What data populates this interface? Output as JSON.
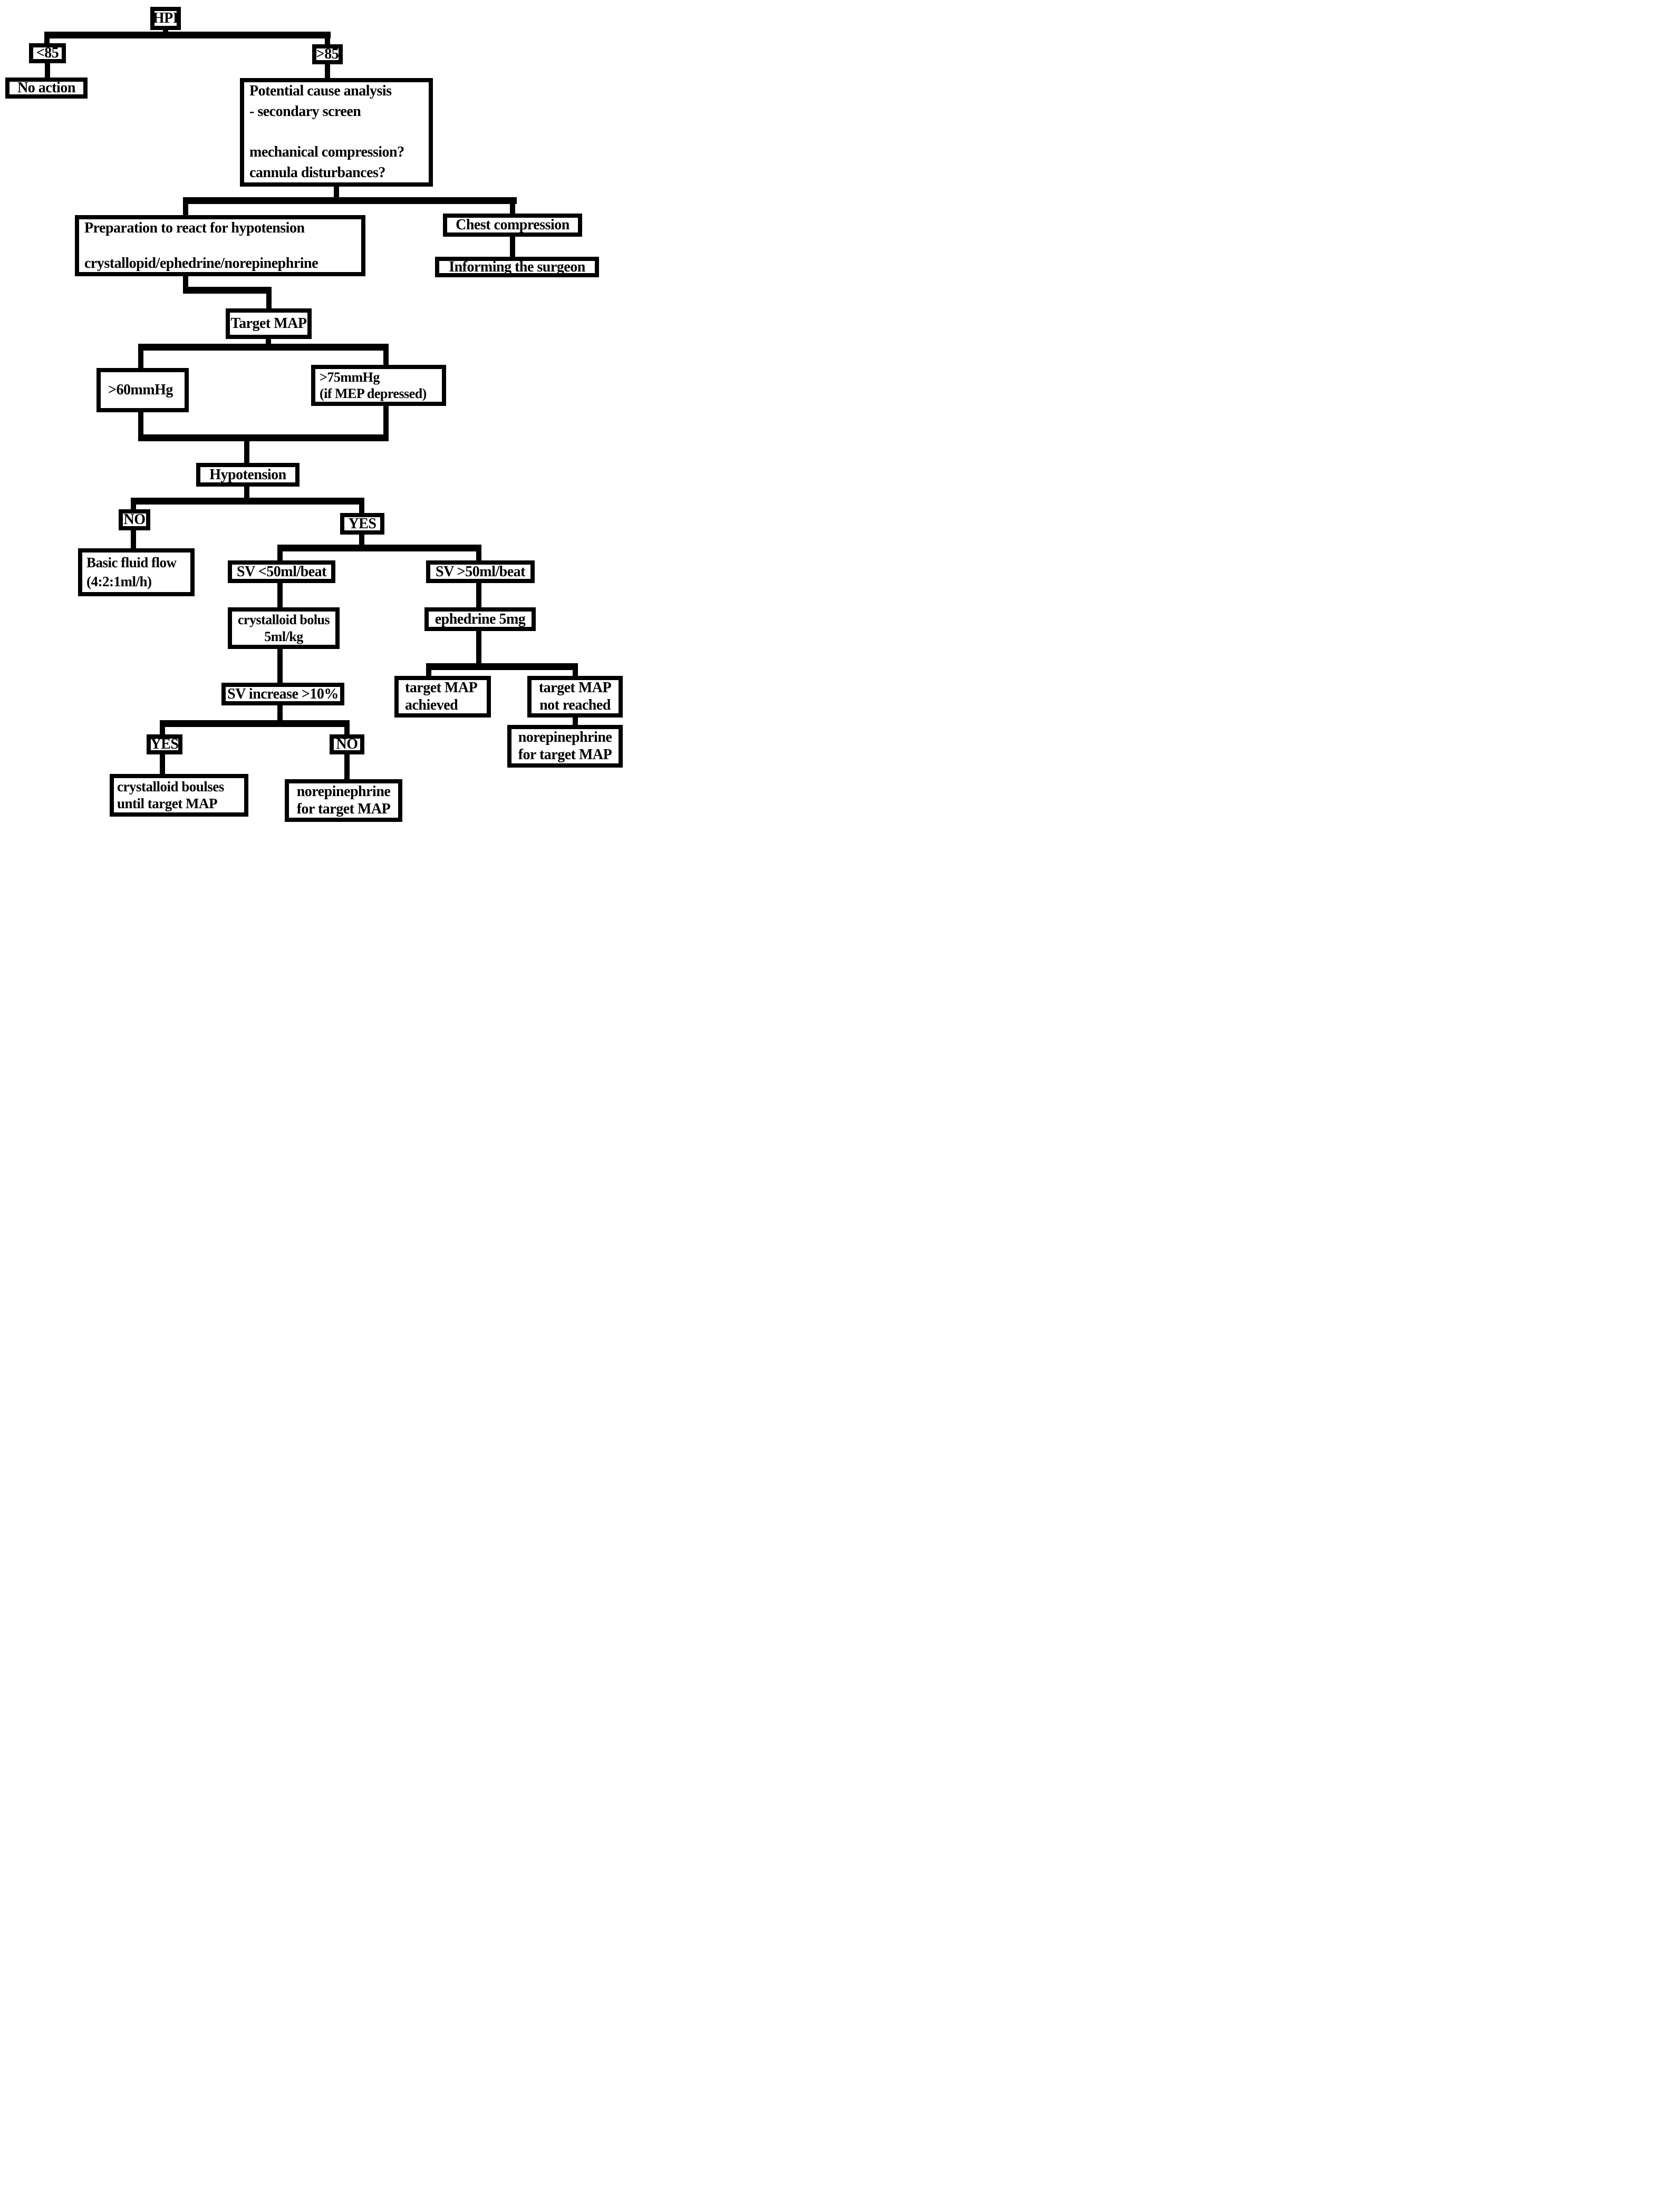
{
  "diagram": {
    "type": "flowchart",
    "colors": {
      "box_border": "#000000",
      "background": "#ffffff",
      "text": "#000000",
      "connector": "#000000"
    },
    "nodes": [
      {
        "id": "hpi",
        "label": "HPI"
      },
      {
        "id": "lt85",
        "label": "<85"
      },
      {
        "id": "no-action",
        "label": "No action"
      },
      {
        "id": "gt85",
        "label": ">85"
      },
      {
        "id": "potential-cause",
        "label": "Potential cause analysis\n- secondary screen\n\nmechanical compression?\ncannula disturbances?"
      },
      {
        "id": "preparation",
        "label": "Preparation to react for hypotension\n\ncrystallopid/ephedrine/norepinephrine"
      },
      {
        "id": "chest-compression",
        "label": "Chest compression"
      },
      {
        "id": "informing-surgeon",
        "label": "Informing the surgeon"
      },
      {
        "id": "target-map",
        "label": "Target MAP"
      },
      {
        "id": "gt60",
        "label": ">60mmHg"
      },
      {
        "id": "gt75",
        "label": ">75mmHg\n(if MEP depressed)"
      },
      {
        "id": "hypotension",
        "label": "Hypotension"
      },
      {
        "id": "no-1",
        "label": "NO"
      },
      {
        "id": "yes-1",
        "label": "YES"
      },
      {
        "id": "basic-fluid",
        "label": "Basic fluid flow\n(4:2:1ml/h)"
      },
      {
        "id": "sv-lt50",
        "label": "SV <50ml/beat"
      },
      {
        "id": "sv-gt50",
        "label": "SV >50ml/beat"
      },
      {
        "id": "crystalloid-bolus",
        "label": "crystalloid bolus\n5ml/kg"
      },
      {
        "id": "ephedrine",
        "label": "ephedrine 5mg"
      },
      {
        "id": "sv-increase",
        "label": "SV increase >10%"
      },
      {
        "id": "map-achieved",
        "label": "target MAP\nachieved"
      },
      {
        "id": "map-not-reached",
        "label": "target MAP\nnot reached"
      },
      {
        "id": "norepinephrine-right",
        "label": "norepinephrine\nfor target MAP"
      },
      {
        "id": "yes-2",
        "label": "YES"
      },
      {
        "id": "no-2",
        "label": "NO"
      },
      {
        "id": "crystalloid-boulses",
        "label": "crystalloid boulses\nuntil target MAP"
      },
      {
        "id": "norepinephrine-bottom",
        "label": "norepinephrine\nfor target MAP"
      }
    ],
    "edges": [
      {
        "from": "hpi",
        "to": "lt85"
      },
      {
        "from": "hpi",
        "to": "gt85"
      },
      {
        "from": "lt85",
        "to": "no-action"
      },
      {
        "from": "gt85",
        "to": "potential-cause"
      },
      {
        "from": "potential-cause",
        "to": "preparation"
      },
      {
        "from": "potential-cause",
        "to": "chest-compression"
      },
      {
        "from": "preparation",
        "to": "target-map"
      },
      {
        "from": "chest-compression",
        "to": "informing-surgeon"
      },
      {
        "from": "target-map",
        "to": "gt60"
      },
      {
        "from": "target-map",
        "to": "gt75"
      },
      {
        "from": "gt60",
        "to": "hypotension"
      },
      {
        "from": "gt75",
        "to": "hypotension"
      },
      {
        "from": "hypotension",
        "to": "no-1"
      },
      {
        "from": "hypotension",
        "to": "yes-1"
      },
      {
        "from": "no-1",
        "to": "basic-fluid"
      },
      {
        "from": "yes-1",
        "to": "sv-lt50"
      },
      {
        "from": "yes-1",
        "to": "sv-gt50"
      },
      {
        "from": "sv-lt50",
        "to": "crystalloid-bolus"
      },
      {
        "from": "sv-gt50",
        "to": "ephedrine"
      },
      {
        "from": "crystalloid-bolus",
        "to": "sv-increase"
      },
      {
        "from": "ephedrine",
        "to": "map-achieved"
      },
      {
        "from": "ephedrine",
        "to": "map-not-reached"
      },
      {
        "from": "map-not-reached",
        "to": "norepinephrine-right"
      },
      {
        "from": "sv-increase",
        "to": "yes-2"
      },
      {
        "from": "sv-increase",
        "to": "no-2"
      },
      {
        "from": "yes-2",
        "to": "crystalloid-boulses"
      },
      {
        "from": "no-2",
        "to": "norepinephrine-bottom"
      }
    ]
  }
}
